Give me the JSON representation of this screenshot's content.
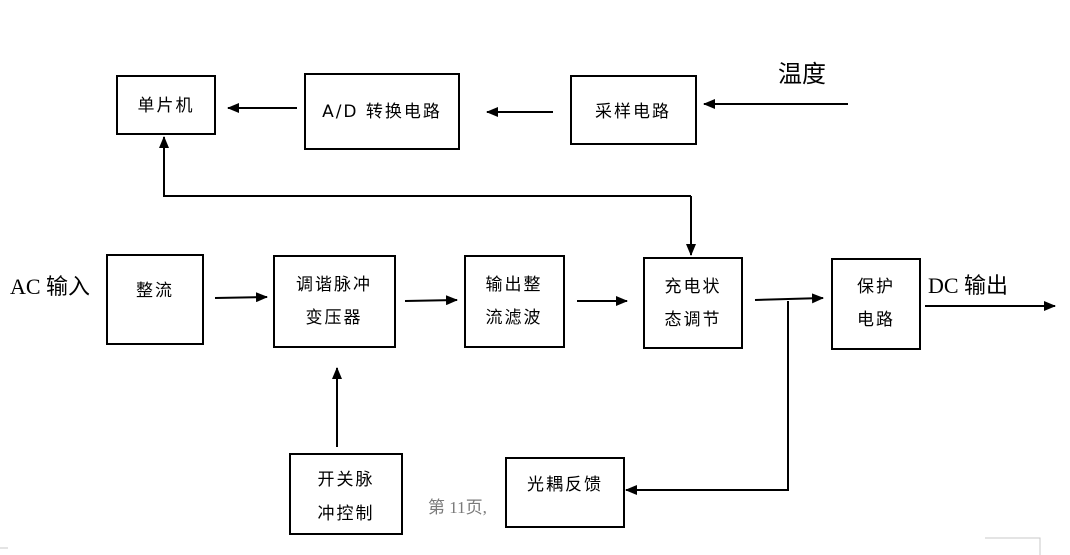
{
  "inputs": {
    "temperature": "温度",
    "ac_input": "AC 输入",
    "dc_output": "DC 输出"
  },
  "blocks": {
    "mcu": "单片机",
    "adc": "A/D 转换电路",
    "sampling": "采样电路",
    "rectifier": "整流",
    "transformer": [
      "调谐脉冲",
      "变压器"
    ],
    "output_filter": [
      "输出整",
      "流滤波"
    ],
    "charge_control": [
      "充电状",
      "态调节"
    ],
    "protection": [
      "保护",
      "电路"
    ],
    "pulse_control": [
      "开关脉",
      "冲控制"
    ],
    "optocoupler": "光耦反馈"
  },
  "footer": {
    "page_number": "第 11页,"
  }
}
